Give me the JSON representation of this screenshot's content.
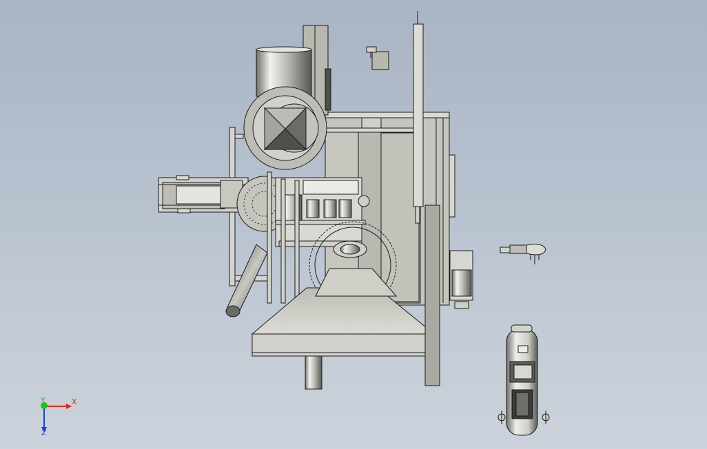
{
  "viewport": {
    "background_top": "#a9b4c4",
    "background_bottom": "#cdd3dc"
  },
  "model": {
    "line_color": "#1a1a1a",
    "frame_fill": "#c9c9c2",
    "hood_fill": "#d6d5cf",
    "metal_light": "#e8e8e4",
    "metal_dark": "#5e5e5a"
  },
  "triad": {
    "x_label": "X",
    "y_label": "Y",
    "z_label": "Z",
    "x_color": "#e8231c",
    "y_color": "#22c022",
    "z_color": "#1f3fd6"
  }
}
